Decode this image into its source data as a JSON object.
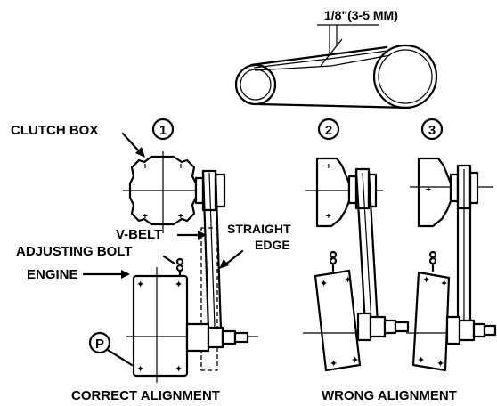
{
  "labels": {
    "deflection": "1/8\"(3-5 MM)",
    "clutch_box": "CLUTCH BOX",
    "v_belt": "V-BELT",
    "adjusting_bolt": "ADJUSTING BOLT",
    "engine": "ENGINE",
    "straight_edge_line1": "STRAIGHT",
    "straight_edge_line2": "EDGE",
    "pulley_mark": "P",
    "correct_alignment": "CORRECT ALIGNMENT",
    "wrong_alignment": "WRONG ALIGNMENT"
  },
  "figures": {
    "fig1": "1",
    "fig2": "2",
    "fig3": "3"
  }
}
